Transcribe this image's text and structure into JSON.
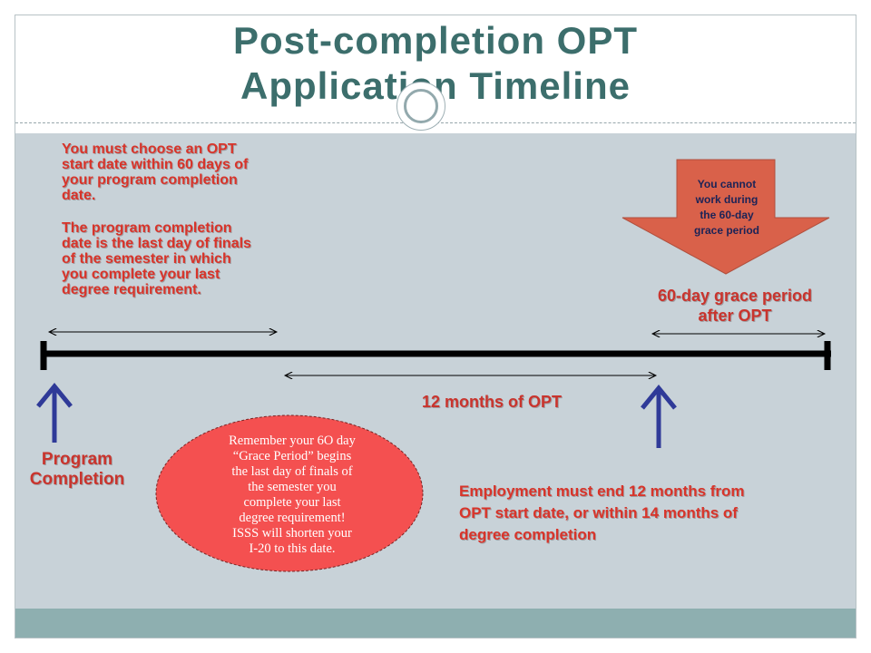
{
  "slide": {
    "title_line1": "Post-completion OPT",
    "title_line2": "Application Timeline"
  },
  "notes": {
    "choose_start": [
      "You must choose an OPT",
      "start date within 60 days of",
      "your program completion",
      "date."
    ],
    "completion_definition": [
      "The program completion",
      "date is the last day of finals",
      "of the semester in which",
      "you complete your last",
      "degree requirement."
    ]
  },
  "grace_arrow": {
    "lines": [
      "You cannot",
      "work during",
      "the 60-day",
      "grace period"
    ]
  },
  "timeline": {
    "grace_label_line1": "60-day grace period",
    "grace_label_line2": "after OPT",
    "opt_label": "12 months of OPT",
    "program_completion_line1": "Program",
    "program_completion_line2": "Completion"
  },
  "reminder": {
    "lines": [
      "Remember your 6O day",
      "“Grace Period” begins",
      "the last day of finals of",
      "the semester you",
      "complete your last",
      "degree requirement!",
      "ISSS will shorten your",
      "I-20 to this date."
    ]
  },
  "employment_note": {
    "lines": [
      "Employment must end 12 months from",
      "OPT start date, or within 14 months of",
      "degree completion"
    ]
  },
  "colors": {
    "title": "#3c6e6c",
    "body_bg": "#c8d2d8",
    "footer": "#8eafb0",
    "red_text": "#d8342a",
    "navy": "#1f2b8f",
    "arrow_fill": "#d9614a",
    "ellipse_fill": "#f45050"
  }
}
